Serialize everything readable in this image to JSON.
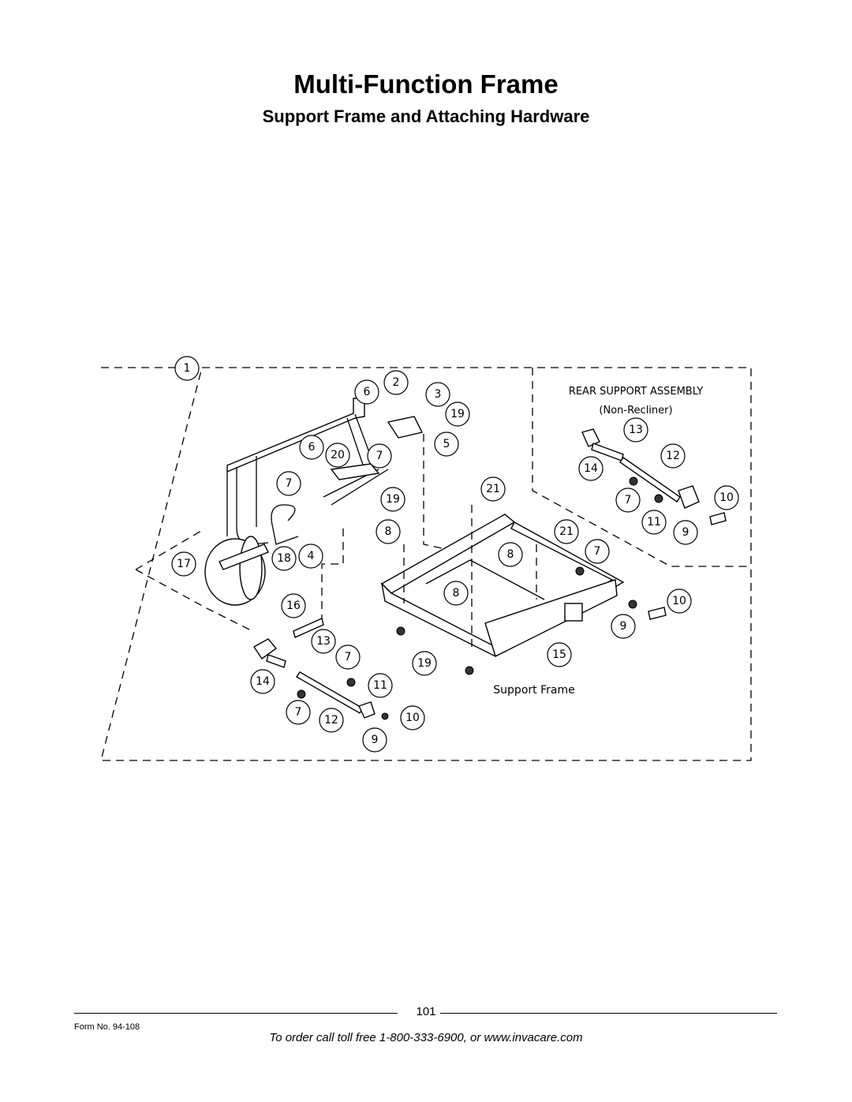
{
  "page": {
    "title": "Multi-Function Frame",
    "subtitle": "Support Frame and Attaching Hardware"
  },
  "diagram": {
    "rear_support_title": "REAR SUPPORT ASSEMBLY",
    "rear_support_subtitle": "(Non-Recliner)",
    "support_frame_label": "Support Frame",
    "callouts": [
      "1",
      "6",
      "2",
      "3",
      "19",
      "5",
      "6",
      "20",
      "7",
      "7",
      "19",
      "21",
      "8",
      "21",
      "8",
      "7",
      "17",
      "18",
      "4",
      "8",
      "16",
      "13",
      "7",
      "19",
      "15",
      "14",
      "11",
      "7",
      "12",
      "10",
      "9",
      "13",
      "12",
      "14",
      "7",
      "11",
      "10",
      "9",
      "10",
      "9"
    ]
  },
  "footer": {
    "page_number": "101",
    "form_number": "Form No.  94-108",
    "order_text": "To order call toll free 1-800-333-6900, or www.invacare.com"
  }
}
